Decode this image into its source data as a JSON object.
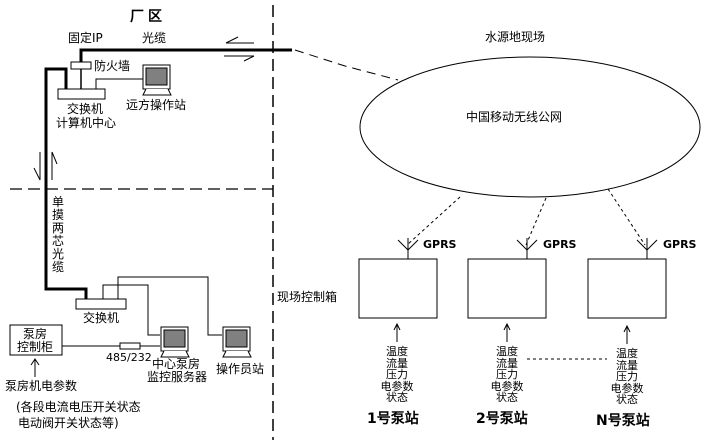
{
  "plant_area": {
    "title": "厂区",
    "fixed_ip_label": "固定IP",
    "fiber_label": "光缆",
    "firewall_label": "防火墙",
    "switch_label": "交换机",
    "computer_center_label": "计算机中心",
    "remote_station_label": "远方操作站",
    "single_mode_fiber_label": "单摸两芯光缆"
  },
  "pump_house": {
    "switch_label": "交换机",
    "control_cabinet_label_line1": "泵房",
    "control_cabinet_label_line2": "控制柜",
    "interface_label": "485/232",
    "server_label_line1": "中心泵房",
    "server_label_line2": "监控服务器",
    "operator_station_label": "操作员站",
    "params_label": "泵房机电参数",
    "params_note_line1": "(各段电流电压开关状态",
    "params_note_line2": "电动阀开关状态等)"
  },
  "field": {
    "title": "水源地现场",
    "network_label": "中国移动无线公网",
    "control_box_label": "现场控制箱",
    "stations": [
      {
        "name": "1号泵站",
        "antenna_label": "GPRS",
        "params": [
          "温度",
          "流量",
          "压力",
          "电参数",
          "状态"
        ]
      },
      {
        "name": "2号泵站",
        "antenna_label": "GPRS",
        "params": [
          "温度",
          "流量",
          "压力",
          "电参数",
          "状态"
        ]
      },
      {
        "name": "N号泵站",
        "antenna_label": "GPRS",
        "params": [
          "温度",
          "流量",
          "压力",
          "电参数",
          "状态"
        ]
      }
    ]
  },
  "colors": {
    "line": "#000000",
    "screen": "#808080",
    "background": "#ffffff"
  }
}
